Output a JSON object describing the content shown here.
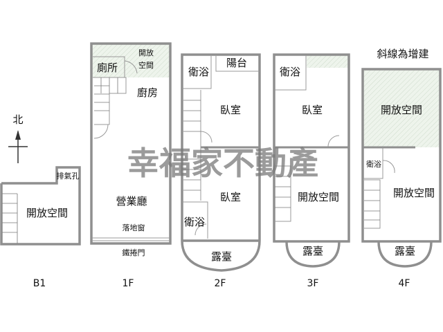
{
  "title": "斜線為增建",
  "watermark": "幸福家不動產",
  "compass": {
    "label": "北"
  },
  "floors": [
    {
      "name": "B1",
      "rooms": {
        "open": "開放空間",
        "vent": "排氣孔"
      }
    },
    {
      "name": "1F",
      "rooms": {
        "open1": "開放",
        "open2": "空間",
        "toilet": "廁所",
        "kitchen": "廚房",
        "hall": "營業廳",
        "window": "落地窗",
        "shutter": "鐵捲門"
      }
    },
    {
      "name": "2F",
      "rooms": {
        "bath1": "衛浴",
        "balcony": "陽台",
        "bed1": "臥室",
        "bed2": "臥室",
        "bath2": "衛浴",
        "terrace": "露臺"
      }
    },
    {
      "name": "3F",
      "rooms": {
        "bath": "衛浴",
        "bed": "臥室",
        "open": "開放空間",
        "terrace": "露臺"
      }
    },
    {
      "name": "4F",
      "rooms": {
        "open1": "開放空間",
        "bath": "衛浴",
        "open2": "開放空間",
        "terrace": "露臺"
      }
    }
  ],
  "colors": {
    "wall": "#8f8f8f",
    "addition_hatch": "#e6efe4"
  }
}
